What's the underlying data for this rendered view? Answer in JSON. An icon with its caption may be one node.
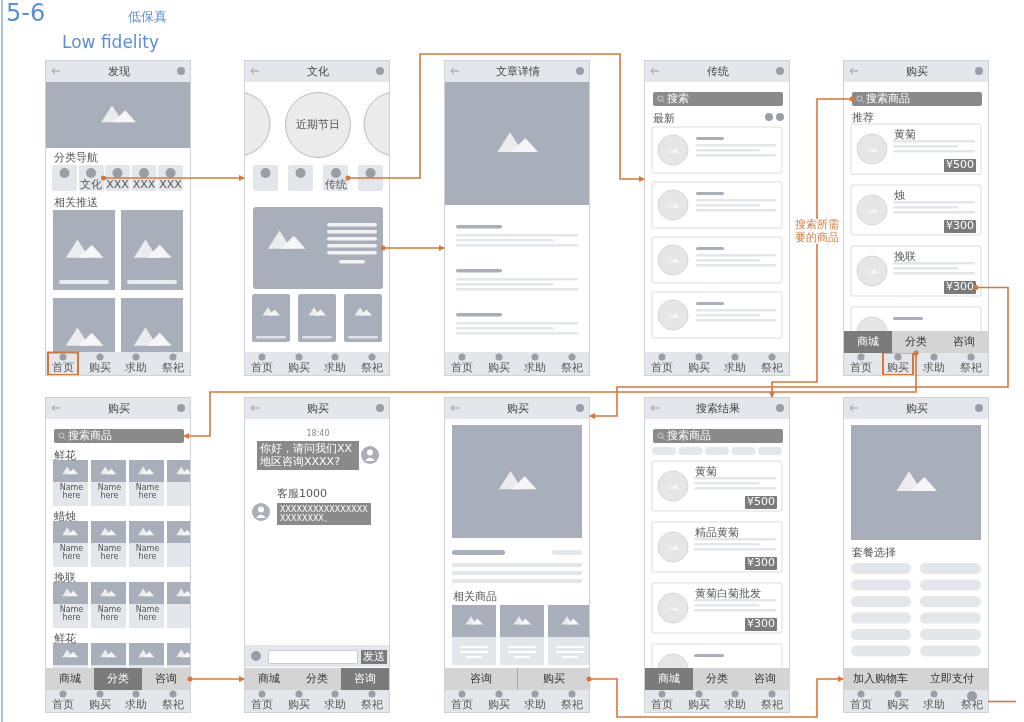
{
  "diagram": {
    "title": "Low fidelity",
    "nodes": [
      {
        "text": [
          "发现",
          "分类导航",
          "XXX",
          "XXX",
          "XXX",
          "相关推送",
          "首页",
          "购买",
          "求助",
          "祭祀"
        ]
      },
      {
        "text": [
          "文化"
        ],
        "in": 0
      },
      {
        "text": [
          "文化",
          "首页",
          "购买",
          "求助",
          "祭祀"
        ]
      },
      {
        "text": [
          "近期节日"
        ],
        "in": 2
      },
      {
        "text": [
          "传统"
        ],
        "in": 2
      },
      {
        "text": [],
        "shape": "picture",
        "in": 2
      },
      {
        "text": [
          "文章详情",
          "首页",
          "购买",
          "求助",
          "祭祀"
        ]
      },
      {
        "text": [
          "传统",
          "搜索",
          "最新",
          "首页",
          "购买",
          "求助",
          "祭祀"
        ]
      },
      {
        "text": [
          "购买",
          "推荐",
          "黄菊",
          "烛",
          "挽联",
          "首页",
          "购买",
          "求助",
          "祭祀"
        ]
      },
      {
        "text": [
          "搜索商品"
        ],
        "in": 8
      },
      {
        "text": [
          "¥300"
        ],
        "in": 8
      },
      {
        "text": [
          "分类"
        ],
        "in": 8
      },
      {
        "text": [
          "购买",
          "鲜花",
          "Name here",
          "Name here",
          "Name here",
          "蜡烛",
          "Name here",
          "Name here",
          "Name here",
          "挽联",
          "Name here",
          "Name here",
          "Name here",
          "鲜花",
          "首页",
          "购买",
          "求助",
          "祭祀"
        ]
      },
      {
        "text": [
          "搜索商品"
        ],
        "in": 12
      },
      {
        "text": [
          "咨询"
        ],
        "in": 12
      },
      {
        "text": [
          "购买",
          "18:40",
          "你好，请问我们XX地区咨询XXXX?",
          "客服1000",
          "XXXXXXXXXXXXXXXXXXXXXXXX。",
          "发送",
          "商城",
          "分类",
          "咨询",
          "首页",
          "购买",
          "求助",
          "祭祀"
        ]
      },
      {
        "text": [
          "购买",
          "相关商品",
          "咨询",
          "首页",
          "购买",
          "求助",
          "祭祀"
        ]
      },
      {
        "text": [
          "购买"
        ],
        "in": 16
      },
      {
        "text": [
          "搜索结果",
          "搜索商品",
          "黄菊",
          "¥500",
          "精品黄菊",
          "¥300",
          "黄菊白菊批发",
          "¥300",
          "商城",
          "分类",
          "咨询",
          "首页",
          "购买",
          "求助",
          "祭祀"
        ]
      },
      {
        "text": [
          "购买",
          "套餐选择",
          "加入购物车",
          "立即支付",
          "首页",
          "购买",
          "求助"
        ]
      },
      {
        "text": [
          "祭祀"
        ],
        "in": 19
      },
      {
        "text": [
          "商城"
        ],
        "in": 8
      },
      {
        "text": [
          "咨询"
        ],
        "in": 8
      },
      {
        "text": [
          "商城"
        ],
        "in": 12
      },
      {
        "text": [
          "分类"
        ],
        "in": 12
      },
      {
        "text": [
          "¥500"
        ],
        "in": 8
      },
      {
        "text": [
          "¥300"
        ],
        "in": 8
      }
    ],
    "edges": [
      {
        "from": 1,
        "to": 2,
        "arrow": "to"
      },
      {
        "from": 4,
        "to": 7,
        "arrow": "to"
      },
      {
        "from": 5,
        "to": 6,
        "arrow": "to"
      },
      {
        "from": 9,
        "to": 18,
        "arrow": "to",
        "label": "搜索所需要的商品"
      },
      {
        "from": 10,
        "to": 16,
        "arrow": "to"
      },
      {
        "from": 11,
        "to": 13,
        "arrow": "to"
      },
      {
        "from": 14,
        "to": 15,
        "arrow": "to"
      },
      {
        "from": 17,
        "to": 19,
        "arrow": "to"
      },
      {
        "from": 20,
        "to": null,
        "arrow": "none"
      }
    ],
    "labels": [
      "5-6",
      "低保真"
    ]
  }
}
